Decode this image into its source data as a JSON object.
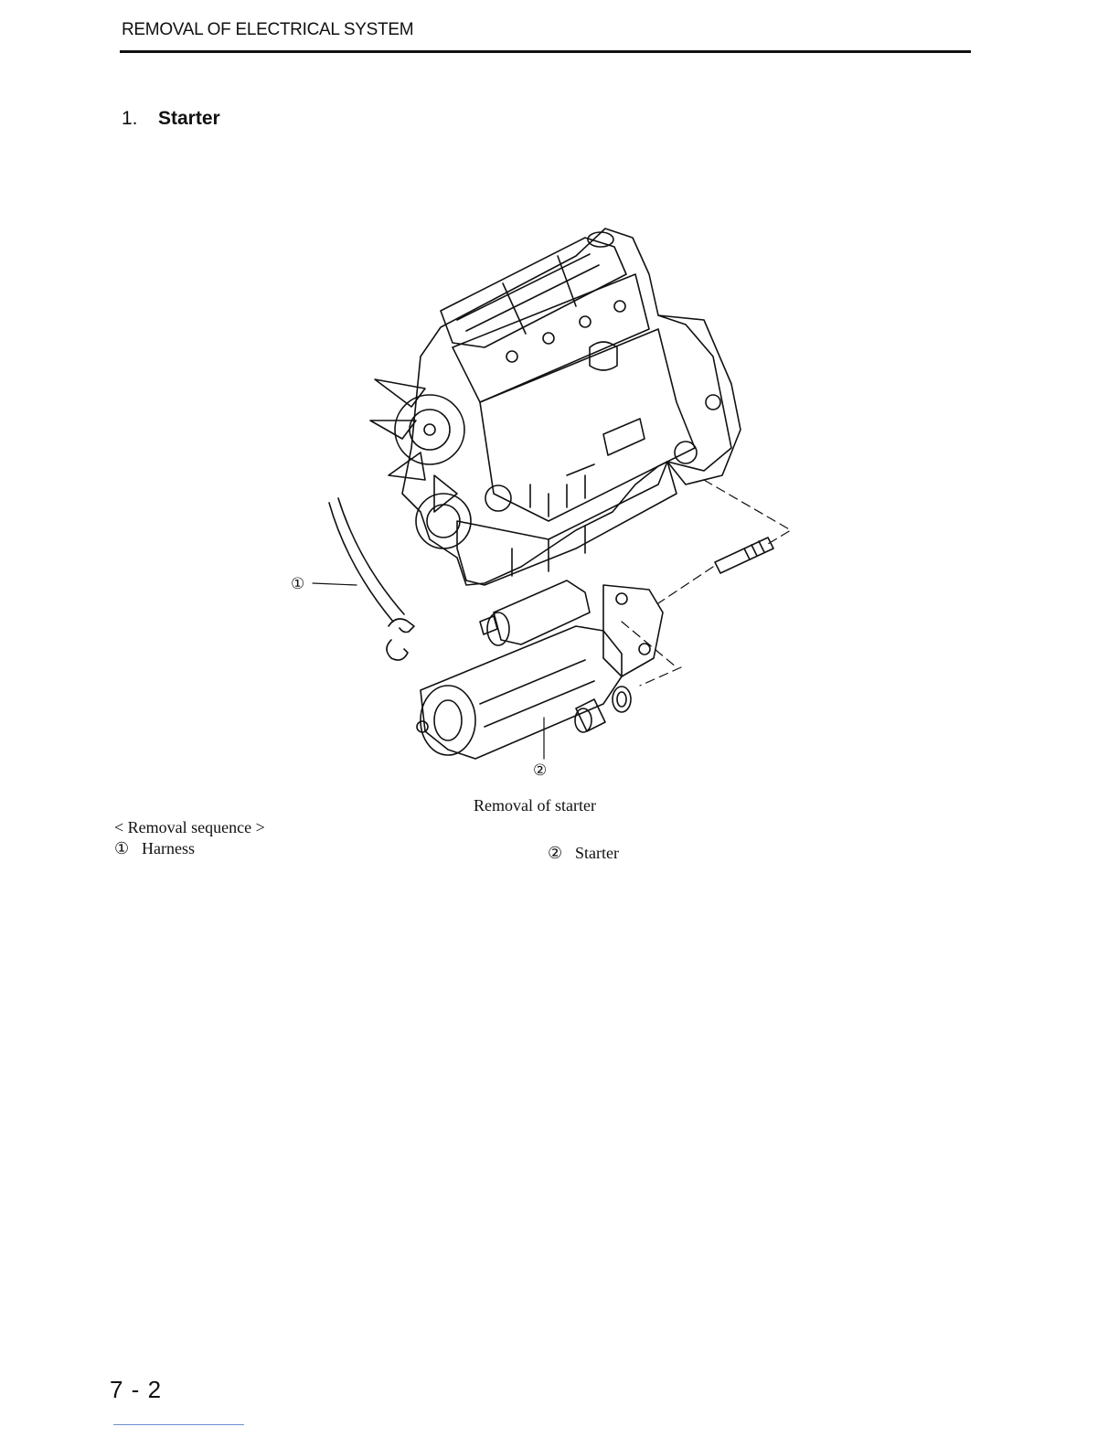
{
  "header": {
    "title": "REMOVAL OF ELECTRICAL SYSTEM"
  },
  "section": {
    "number": "1.",
    "title": "Starter"
  },
  "figure": {
    "callouts": [
      "①",
      "②"
    ],
    "caption": "Removal of starter"
  },
  "sequence": {
    "heading": "< Removal sequence >",
    "items": [
      {
        "marker": "①",
        "label": "Harness"
      },
      {
        "marker": "②",
        "label": "Starter"
      }
    ]
  },
  "footer": {
    "page_number": "7 - 2"
  }
}
